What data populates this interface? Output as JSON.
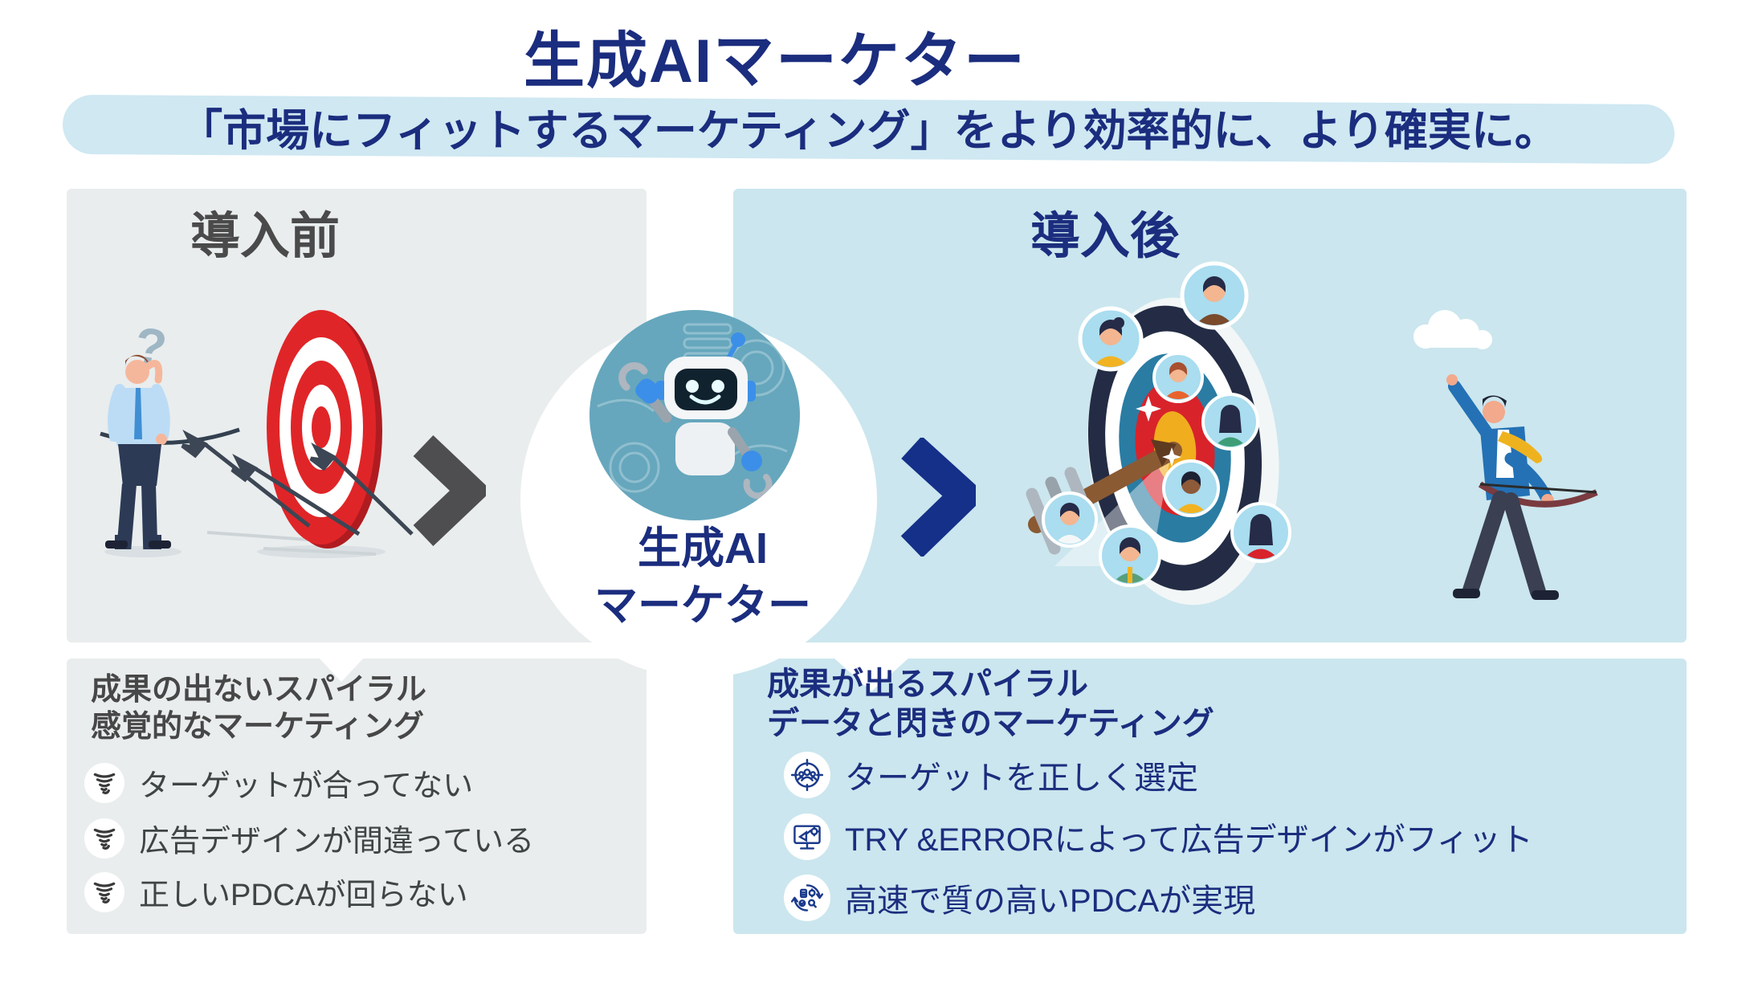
{
  "header": {
    "title": "生成AIマーケター",
    "subtitle": "「市場にフィットするマーケティング」をより効率的に、より確実に。"
  },
  "center": {
    "line1": "生成AI",
    "line2": "マーケター",
    "robot": "ai-robot-avatar"
  },
  "before": {
    "heading": "導入前",
    "summary_line1": "成果の出ないスパイラル",
    "summary_line2": "感覚的なマーケティング",
    "points": [
      {
        "icon": "tornado-icon",
        "text": "ターゲットが合ってない"
      },
      {
        "icon": "tornado-icon",
        "text": "広告デザインが間違っている"
      },
      {
        "icon": "tornado-icon",
        "text": "正しいPDCAが回らない"
      }
    ]
  },
  "after": {
    "heading": "導入後",
    "summary_line1": "成果が出るスパイラル",
    "summary_line2": "データと閃きのマーケティング",
    "points": [
      {
        "icon": "audience-target-icon",
        "text": "ターゲットを正しく選定"
      },
      {
        "icon": "ad-design-icon",
        "text": "TRY &ERRORによって広告デザインがフィット"
      },
      {
        "icon": "pdca-cycle-icon",
        "text": "高速で質の高いPDCAが実現"
      }
    ]
  },
  "colors": {
    "navy": "#1b2d7e",
    "chevron_navy": "#143089",
    "chevron_gray": "#4e4e50",
    "panel_gray": "#e9edee",
    "panel_blue": "#cbe6ee",
    "highlight_band": "#cfe8f2",
    "target_red": "#e02528",
    "bullseye_yellow": "#f0ad1e",
    "dark_text": "#474747"
  }
}
